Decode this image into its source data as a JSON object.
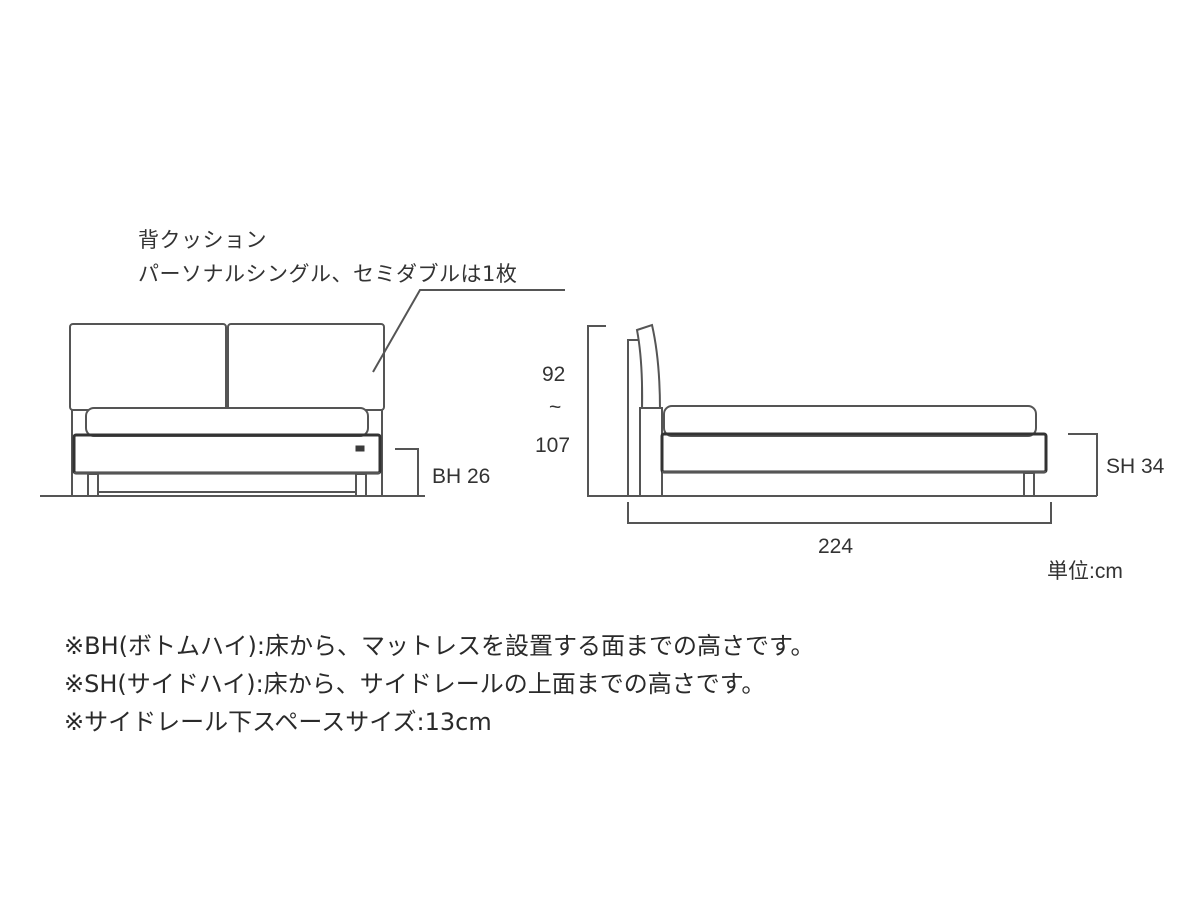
{
  "callout": {
    "line1": "背クッション",
    "line2": "パーソナルシングル、セミダブルは1枚"
  },
  "dimensions": {
    "bh": "BH 26",
    "height_top": "92",
    "height_tilde": "~",
    "height_bottom": "107",
    "sh": "SH 34",
    "length": "224",
    "unit": "単位:cm"
  },
  "notes": [
    "※BH(ボトムハイ):床から、マットレスを設置する面までの高さです。",
    "※SH(サイドハイ):床から、サイドレールの上面までの高さです。",
    "※サイドレール下スペースサイズ:13cm"
  ]
}
